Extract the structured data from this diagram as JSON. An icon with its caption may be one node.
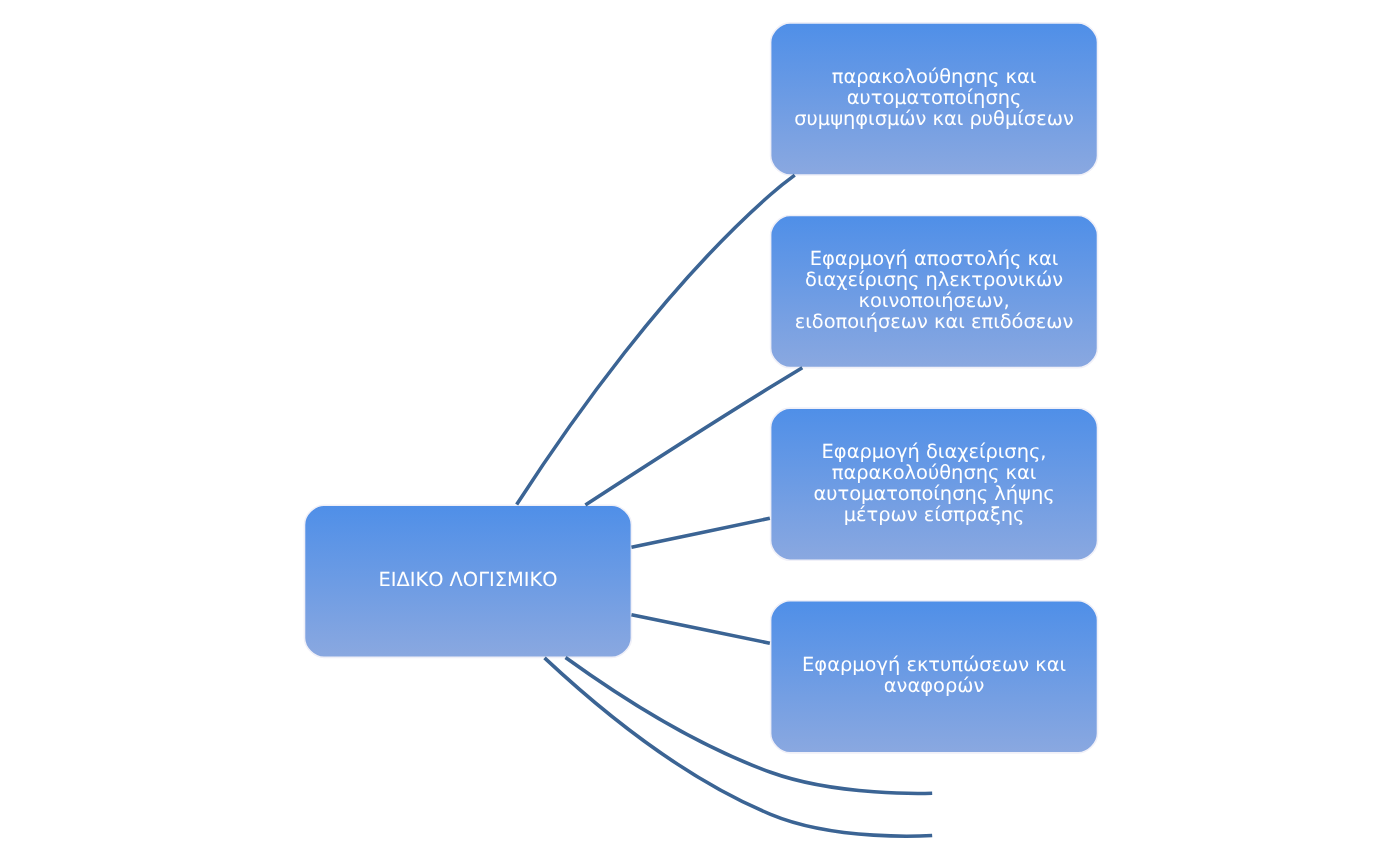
{
  "diagram": {
    "nodes": [
      {
        "text": [
          "ΕΙΔΙΚΟ ΛΟΓΙΣΜΙΚΟ"
        ]
      },
      {
        "text": [
          "παρακολούθησης και αυτοματοποίησης συμψηφισμών και ρυθμίσεων"
        ]
      },
      {
        "text": [
          "Εφαρμογή αποστολής και διαχείρισης ηλεκτρονικών κοινοποιήσεων, ειδοποιήσεων και επιδόσεων"
        ]
      },
      {
        "text": [
          "Εφαρμογή διαχείρισης, παρακολούθησης και αυτοματοποίησης λήψης μέτρων είσπραξης"
        ]
      },
      {
        "text": [
          "Εφαρμογή εκτυπώσεων και αναφορών"
        ]
      }
    ],
    "edges": [
      {
        "from": 0,
        "to": null,
        "arrow": "none"
      },
      {
        "from": 0,
        "to": 1,
        "arrow": "none"
      },
      {
        "from": 0,
        "to": 2,
        "arrow": "none"
      },
      {
        "from": 0,
        "to": 3,
        "arrow": "none"
      },
      {
        "from": 0,
        "to": 4,
        "arrow": "none"
      },
      {
        "from": 0,
        "to": null,
        "arrow": "none"
      }
    ]
  }
}
